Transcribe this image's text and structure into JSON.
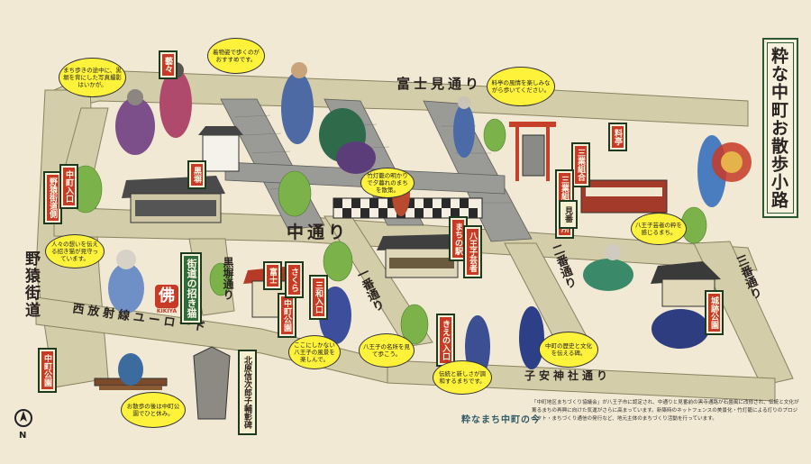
{
  "title": "粋な中町お散歩小路",
  "caption": "粋なまち中町の今",
  "footer_text": "「中町地区まちづくり協議会」が八王子市に認定され、中通りと見番前の黒寺通路が石畳風に改修され、伝統と文化が薫るまちの再興に向けた気運がさらに高まっています。新築時のネットフェンスの美景化・竹灯籠による灯りのプロジェクト・まちづくり通信の発行など、地元主体のまちづくり活動を行っています。",
  "roads": {
    "fujimi": "富士見通り",
    "naka": "中通り",
    "yabata": "野猿街道",
    "nishihoso": "西放射線ユーロード",
    "ichiban": "一番通り",
    "niban": "二番通り",
    "sanban": "三番通り",
    "kurobei": "黒塀通り",
    "koyasu": "子安神社通り"
  },
  "signs": [
    {
      "label": "中町公園",
      "style": "red"
    },
    {
      "label": "野猿街道側",
      "style": "red"
    },
    {
      "label": "中町入口",
      "style": "red"
    },
    {
      "label": "黒塀",
      "style": "red"
    },
    {
      "label": "三業組合",
      "style": "red"
    },
    {
      "label": "三業組合事務所",
      "style": "red"
    },
    {
      "label": "料亭",
      "style": "red"
    },
    {
      "label": "見番",
      "style": "cream"
    },
    {
      "label": "まちの駅",
      "style": "red"
    },
    {
      "label": "八王子芸者",
      "style": "red"
    },
    {
      "label": "街道の招き猫",
      "style": "green"
    },
    {
      "label": "中町公園",
      "style": "red"
    },
    {
      "label": "富士",
      "style": "red"
    },
    {
      "label": "さくら",
      "style": "red"
    },
    {
      "label": "三和入口",
      "style": "red"
    },
    {
      "label": "きえの入口",
      "style": "red"
    },
    {
      "label": "城跡公園",
      "style": "red"
    },
    {
      "label": "北原信次郎子輔彰碑",
      "style": "cream"
    },
    {
      "label": "藝々",
      "style": "red"
    }
  ],
  "bubbles": [
    "まち歩きの途中に、黒塀を背にした写真撮影はいかが。",
    "着物姿で歩くのがおすすめです。",
    "料亭の風情を楽しみながら歩いてください。",
    "人々の想いを伝える招き猫が見守っています。",
    "竹灯籠の明かりで夕暮れのまちを散策。",
    "八王子芸者の粋を感じるまち。",
    "八王子の名所を見て歩こう。",
    "中町の歴史と文化を伝える碑。",
    "伝統と新しさが調和するまちです。",
    "お散歩の後は中町公園でひと休み。",
    "ここにしかない八王子の風景を楽しんで。"
  ],
  "badge": {
    "kanji": "佛",
    "text": "KIKIYA"
  },
  "compass_label": "N",
  "colors": {
    "paper": "#f1e9d4",
    "road": "#cfc7a5",
    "stone": "#8f8f8f",
    "accent_red": "#c73a26",
    "accent_green": "#2f6b3a",
    "bubble": "#fff23a"
  }
}
